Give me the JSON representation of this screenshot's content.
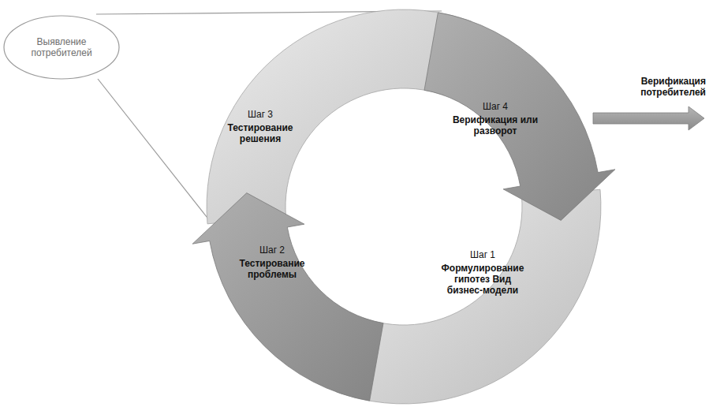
{
  "diagram": {
    "nodes": [
      {
        "text": [
          "Выявление потребителей"
        ]
      },
      {
        "text": [
          "Шаг 3",
          "Тестирование решения"
        ]
      },
      {
        "text": [
          "Шаг 4",
          "Верификация или разворот"
        ]
      },
      {
        "text": [
          "Верификация потребителей"
        ]
      },
      {
        "text": [
          "Шаг 2",
          "Тестирование проблемы"
        ]
      },
      {
        "text": [
          "Шаг 1",
          "Формулирование гипотез Вид бизнес-модели"
        ]
      }
    ]
  }
}
